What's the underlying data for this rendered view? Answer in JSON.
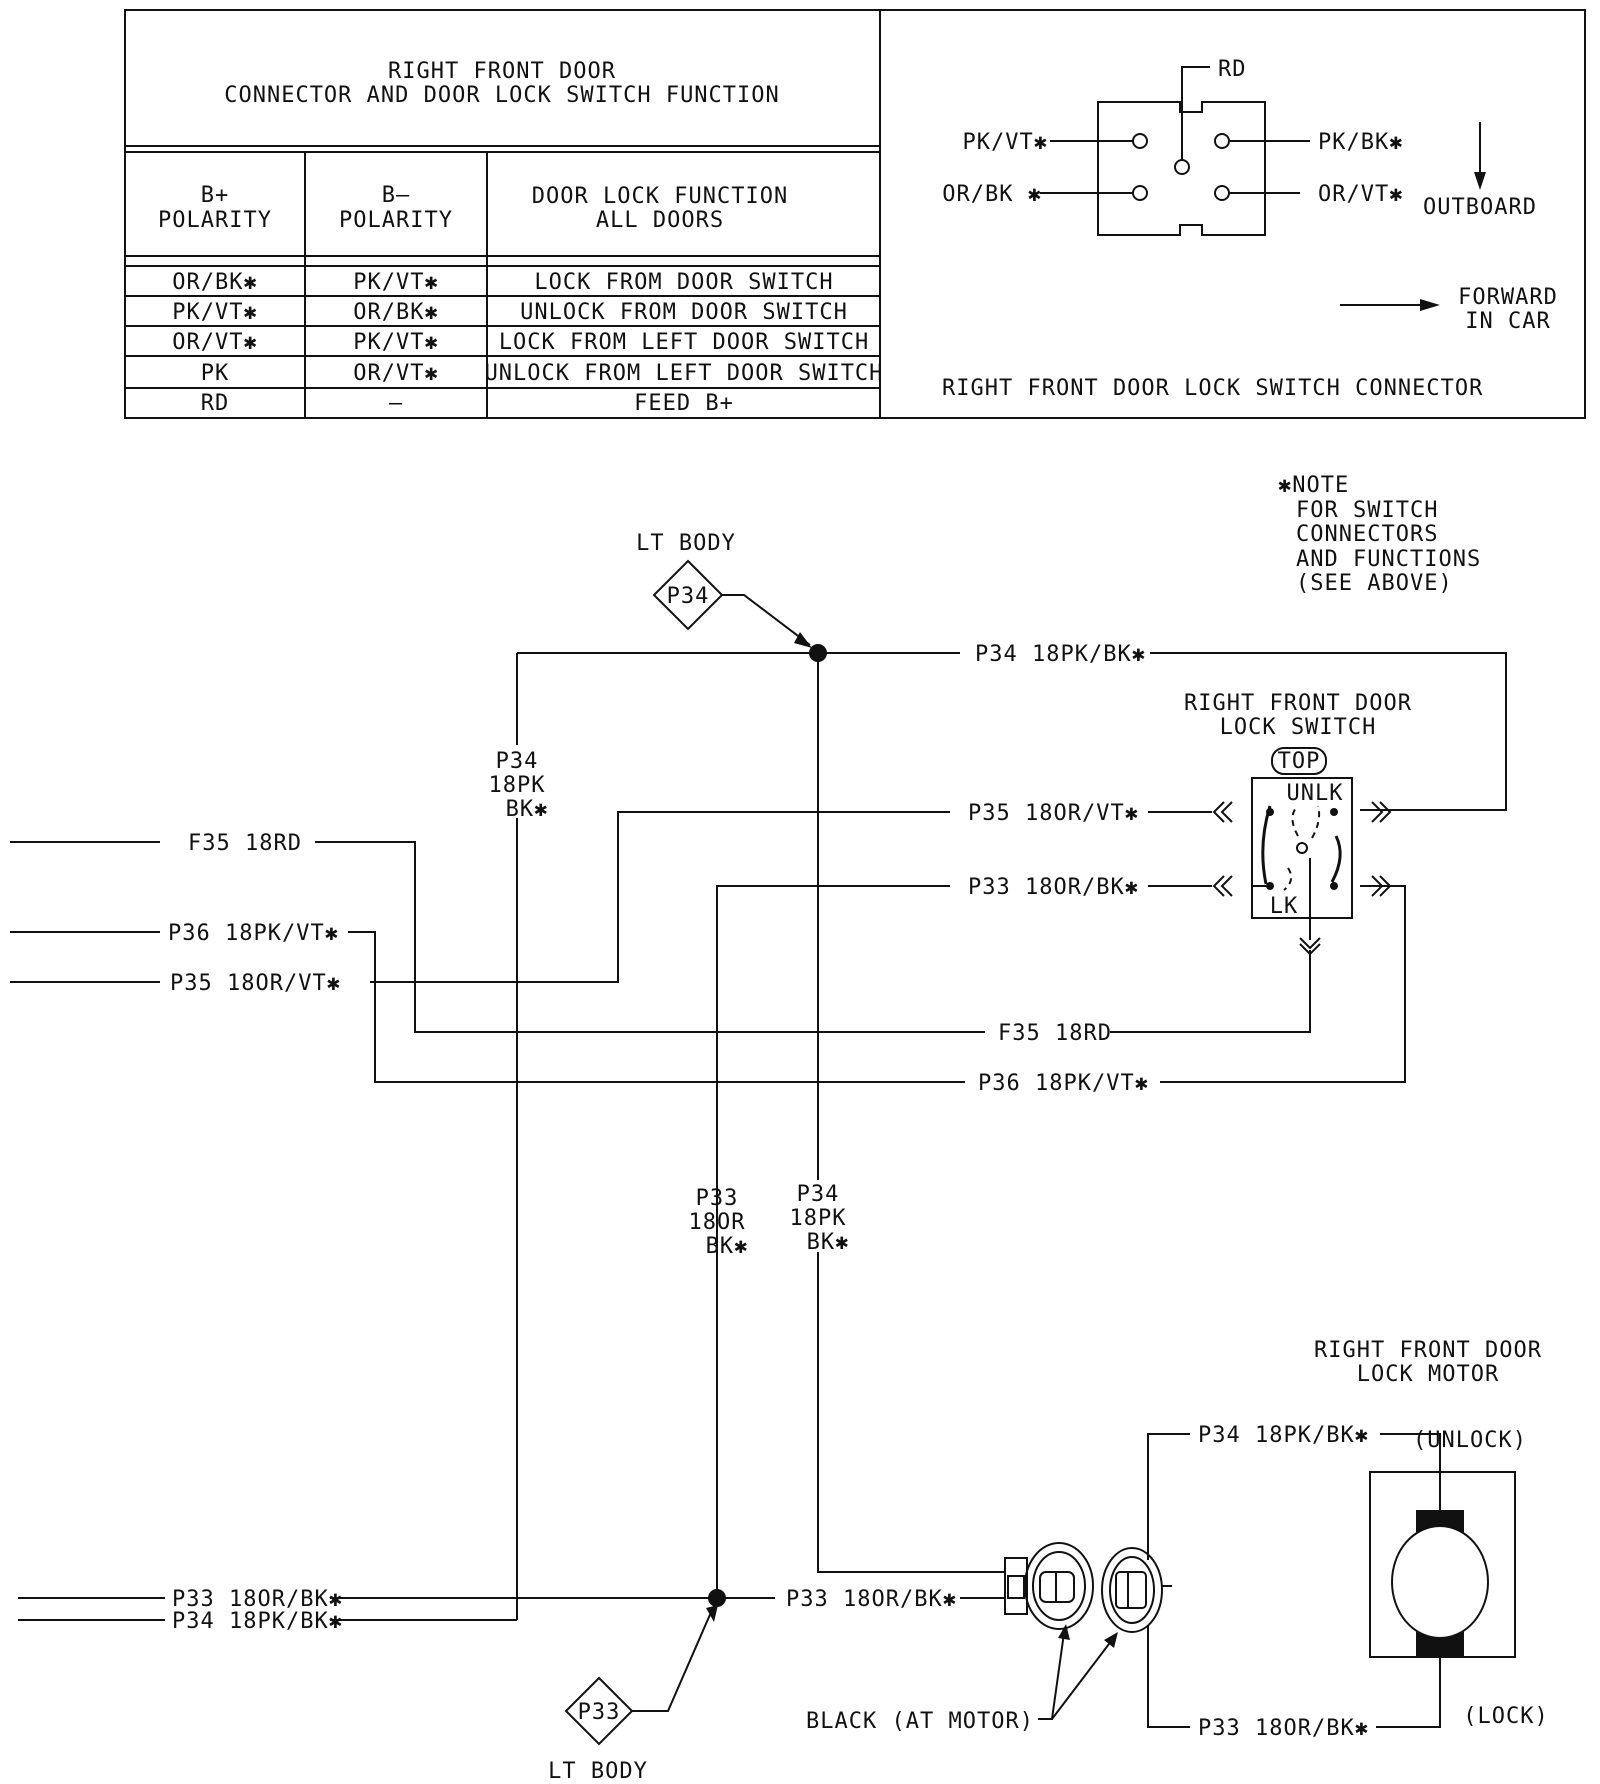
{
  "table": {
    "title_line1": "RIGHT FRONT DOOR",
    "title_line2": "CONNECTOR AND DOOR LOCK SWITCH FUNCTION",
    "headers": [
      [
        "B+",
        "POLARITY"
      ],
      [
        "B—",
        "POLARITY"
      ],
      [
        "DOOR LOCK FUNCTION",
        "ALL DOORS"
      ]
    ],
    "rows": [
      [
        "OR/BK✱",
        "PK/VT✱",
        "LOCK FROM DOOR SWITCH"
      ],
      [
        "PK/VT✱",
        "OR/BK✱",
        "UNLOCK FROM DOOR SWITCH"
      ],
      [
        "OR/VT✱",
        "PK/VT✱",
        "LOCK FROM LEFT DOOR SWITCH"
      ],
      [
        "PK",
        "OR/VT✱",
        "UNLOCK FROM LEFT DOOR SWITCH"
      ],
      [
        "RD",
        "—",
        "FEED B+"
      ]
    ]
  },
  "connector": {
    "pin_rd": "RD",
    "pin_pkvt": "PK/VT✱",
    "pin_pkbk": "PK/BK✱",
    "pin_orbk": "OR/BK ✱",
    "pin_orvt": "OR/VT✱",
    "outboard": "OUTBOARD",
    "forward_line1": "FORWARD",
    "forward_line2": "IN CAR",
    "caption": "RIGHT FRONT DOOR LOCK SWITCH CONNECTOR"
  },
  "note": {
    "line1": "✱NOTE",
    "line2": "FOR SWITCH",
    "line3": "CONNECTORS",
    "line4": "AND FUNCTIONS",
    "line5": "(SEE ABOVE)"
  },
  "splice_p34": {
    "id": "P34",
    "location": "LT BODY"
  },
  "splice_p33": {
    "id": "P33",
    "location": "LT BODY"
  },
  "switch": {
    "title_line1": "RIGHT FRONT DOOR",
    "title_line2": "LOCK SWITCH",
    "top": "TOP",
    "unlk": "UNLK",
    "lk": "LK"
  },
  "motor": {
    "title_line1": "RIGHT FRONT DOOR",
    "title_line2": "LOCK MOTOR",
    "unlock": "(UNLOCK)",
    "lock": "(LOCK)",
    "connector_note": "BLACK (AT MOTOR)"
  },
  "wires": {
    "p34_top": "P34 18PK/BK✱",
    "p35_right": "P35 18OR/VT✱",
    "p33_right": "P33 18OR/BK✱",
    "f35_left": "F35 18RD",
    "p36_left": "P36 18PK/VT✱",
    "p35_left": "P35 18OR/VT✱",
    "f35_right": "F35 18RD",
    "p36_right": "P36 18PK/VT✱",
    "p33_left": "P33 18OR/BK✱",
    "p34_left": "P34 18PK/BK✱",
    "p33_mid": "P33 18OR/BK✱",
    "p34_motor": "P34 18PK/BK✱",
    "p33_motor": "P33 18OR/BK✱",
    "vert_p34a": [
      "P34",
      "18PK",
      "BK✱"
    ],
    "vert_p33": [
      "P33",
      "18OR",
      "BK✱"
    ],
    "vert_p34b": [
      "P34",
      "18PK",
      "BK✱"
    ]
  }
}
